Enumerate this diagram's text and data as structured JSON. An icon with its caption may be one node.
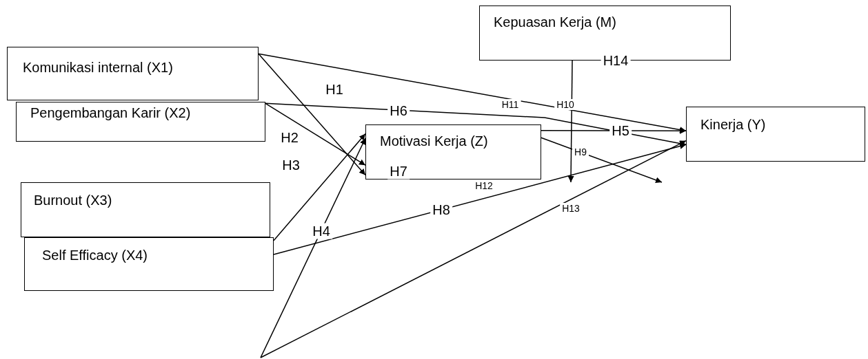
{
  "diagram": {
    "nodes": [
      {
        "text": [
          "Komunikasi internal (X1)"
        ]
      },
      {
        "text": [
          "Pengembangan Karir (X2)"
        ]
      },
      {
        "text": [
          "Burnout (X3)"
        ]
      },
      {
        "text": [
          "Self Efficacy (X4)"
        ]
      },
      {
        "text": [
          "Motivasi Kerja (Z)"
        ]
      },
      {
        "text": [
          "Kepuasan Kerja (M)"
        ]
      },
      {
        "text": [
          "Kinerja (Y)"
        ]
      }
    ],
    "edges": [
      {
        "from": 0,
        "to": 6,
        "arrow": "to",
        "label": "H1"
      },
      {
        "from": 1,
        "to": 6,
        "arrow": "to",
        "label": "H6"
      },
      {
        "from": 0,
        "to": 4,
        "arrow": "to",
        "label": "H2"
      },
      {
        "from": 1,
        "to": 4,
        "arrow": "to",
        "label": "H3"
      },
      {
        "from": 3,
        "to": 4,
        "arrow": "to"
      },
      {
        "from": null,
        "to": 4,
        "arrow": "to",
        "label": "H4"
      },
      {
        "from": 3,
        "to": 6,
        "arrow": "to",
        "label": "H8"
      },
      {
        "from": null,
        "to": 6,
        "arrow": "to",
        "label": "H13"
      },
      {
        "from": 4,
        "to": 6,
        "arrow": "to",
        "label": "H5"
      },
      {
        "from": 4,
        "to": null,
        "arrow": "to",
        "label": "H9"
      },
      {
        "from": 5,
        "to": null,
        "arrow": "to",
        "label": "H14"
      }
    ],
    "labels": [
      "H11",
      "H10",
      "H7",
      "H12"
    ]
  }
}
